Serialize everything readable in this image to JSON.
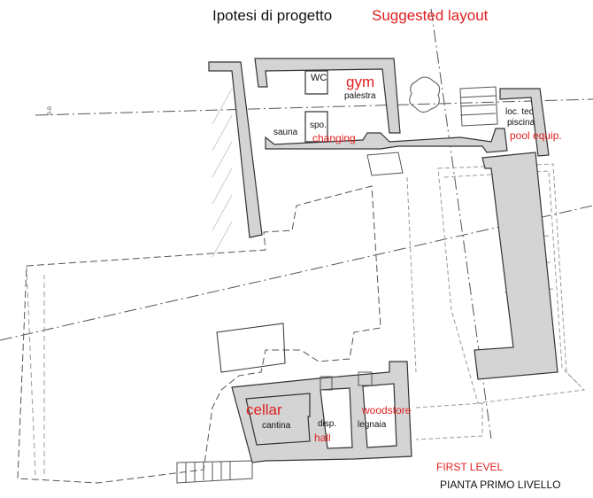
{
  "header": {
    "title_it": "Ipotesi di progetto",
    "title_en": "Suggested layout"
  },
  "rooms": {
    "wc": "WC",
    "gym_en": "gym",
    "gym_it": "palestra",
    "sauna": "sauna",
    "changing_it": "spo.",
    "changing_en": "changing",
    "pool_it_1": "loc. tec",
    "pool_it_2": "piscina",
    "pool_en": "pool equip.",
    "cellar_en": "cellar",
    "cellar_it": "cantina",
    "hall_it": "disp.",
    "hall_en": "hall",
    "woodstore_en": "woodstore",
    "woodstore_it": "legnaia"
  },
  "footer": {
    "level_en": "FIRST LEVEL",
    "level_it": "PIANTA PRIMO LIVELLO"
  },
  "section_mark": "B-B",
  "colors": {
    "wall": "#d4d4d4",
    "line": "#333333",
    "accent": "#e02020"
  }
}
